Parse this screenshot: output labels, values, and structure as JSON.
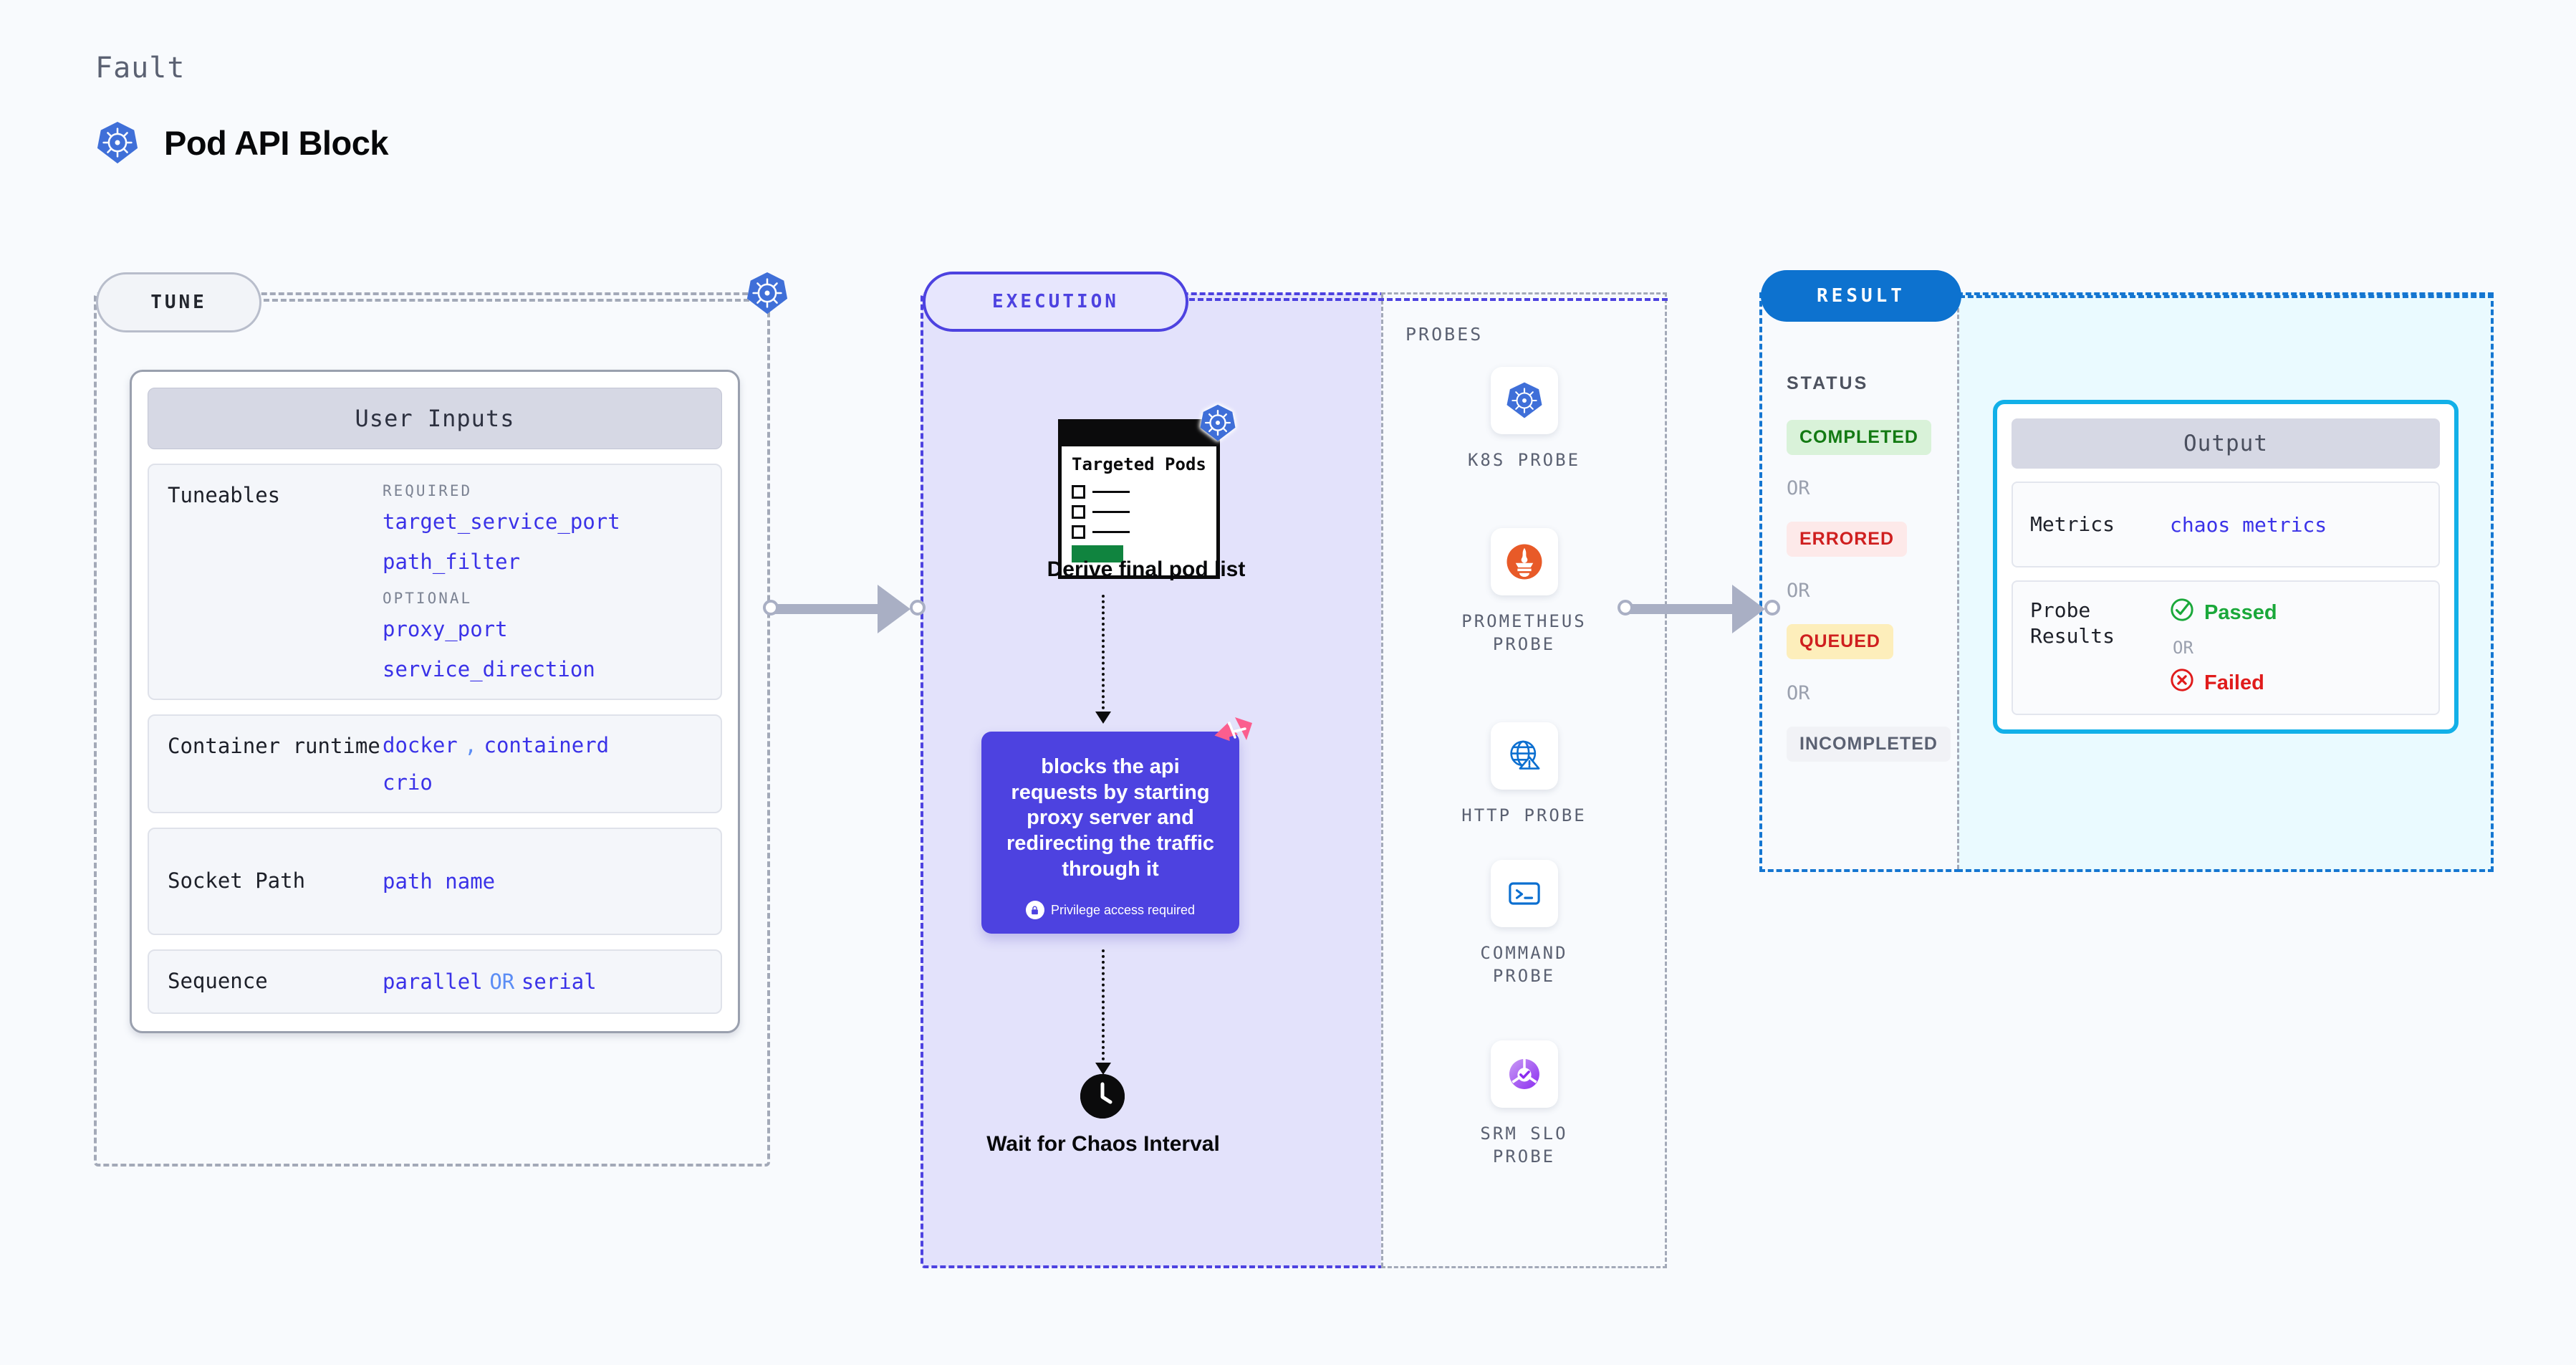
{
  "header": {
    "eyebrow": "Fault",
    "title": "Pod API Block",
    "logo_icon": "kubernetes-logo-icon"
  },
  "tune": {
    "badge": "TUNE",
    "corner_icon": "kubernetes-logo-icon",
    "card_title": "User Inputs",
    "rows": [
      {
        "label": "Tuneables",
        "groups": [
          {
            "name": "REQUIRED",
            "items": [
              "target_service_port",
              "path_filter"
            ]
          },
          {
            "name": "OPTIONAL",
            "items": [
              "proxy_port",
              "service_direction"
            ]
          }
        ]
      },
      {
        "label": "Container runtime",
        "line1": "docker",
        "sep1": ",",
        "line1b": "containerd",
        "line2": "crio"
      },
      {
        "label": "Socket Path",
        "value": "path name"
      },
      {
        "label": "Sequence",
        "value_a": "parallel",
        "sep": "OR",
        "value_b": "serial"
      }
    ]
  },
  "execution": {
    "badge": "EXECUTION",
    "targeted_pods": {
      "title": "Targeted Pods",
      "badge_icon": "kubernetes-logo-icon"
    },
    "derive_label": "Derive final pod list",
    "action_card": {
      "text": "blocks the api requests by starting proxy server and redirecting the traffic through it",
      "privilege_note": "Privilege access required",
      "privilege_icon": "lock-icon",
      "corner_icon": "chaos-icon",
      "color": "#4d42e0"
    },
    "wait_label": "Wait for Chaos Interval",
    "wait_icon": "clock-icon"
  },
  "probes": {
    "label": "PROBES",
    "items": [
      {
        "name": "K8S PROBE",
        "icon": "kubernetes-probe-icon"
      },
      {
        "name": "PROMETHEUS\nPROBE",
        "icon": "prometheus-probe-icon"
      },
      {
        "name": "HTTP PROBE",
        "icon": "http-globe-probe-icon"
      },
      {
        "name": "COMMAND\nPROBE",
        "icon": "command-terminal-probe-icon"
      },
      {
        "name": "SRM SLO\nPROBE",
        "icon": "srm-slo-probe-icon"
      }
    ]
  },
  "result": {
    "badge": "RESULT",
    "status_label": "STATUS",
    "or_label": "OR",
    "statuses": [
      {
        "label": "COMPLETED",
        "bg": "#d9f2d9",
        "fg": "#137a13"
      },
      {
        "label": "ERRORED",
        "bg": "#fde9e9",
        "fg": "#cf1f1f"
      },
      {
        "label": "QUEUED",
        "bg": "#fdeebb",
        "fg": "#cf1f1f"
      },
      {
        "label": "INCOMPLETED",
        "bg": "#f1f2f6",
        "fg": "#5b6172"
      }
    ],
    "output": {
      "title": "Output",
      "metrics_label": "Metrics",
      "metrics_value": "chaos metrics",
      "probe_results_label": "Probe Results",
      "passed_label": "Passed",
      "passed_icon": "check-circle-icon",
      "or_label": "OR",
      "failed_label": "Failed",
      "failed_icon": "x-circle-icon"
    }
  }
}
